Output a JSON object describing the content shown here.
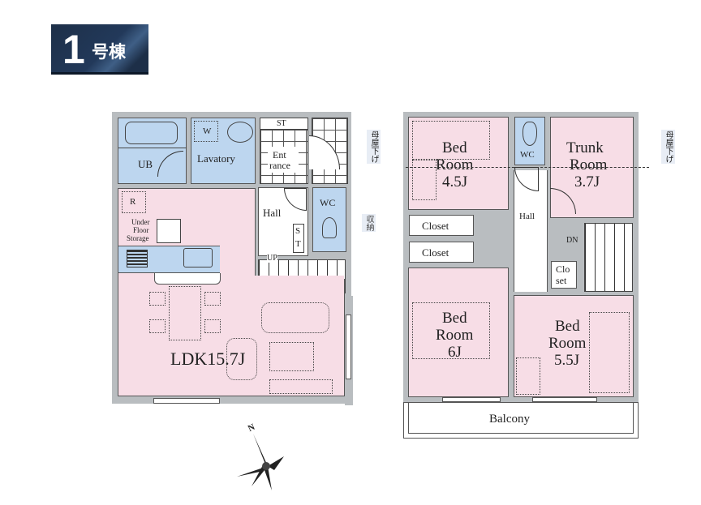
{
  "badge": {
    "number": "1",
    "text": "号棟",
    "bg_color": "#1d2f48"
  },
  "floor1": {
    "rooms": {
      "ub": "UB",
      "lavatory": "Lavatory",
      "washer": "W",
      "st_top": "ST",
      "entrance": "Ent\nrance",
      "entrance_line1": "Ent",
      "entrance_line2": "rance",
      "hall": "Hall",
      "wc": "WC",
      "st_side_1": "S",
      "st_side_2": "T",
      "up": "UP",
      "refrigerator": "R",
      "under_floor_1": "Under",
      "under_floor_2": "Floor",
      "under_floor_3": "Storage",
      "ldk": "LDK15.7J"
    },
    "annotations": {
      "eave_left": "母屋下げ",
      "storage_side": "収納"
    }
  },
  "floor2": {
    "rooms": {
      "bed1_line1": "Bed",
      "bed1_line2": "Room",
      "bed1_line3": "4.5J",
      "wc": "WC",
      "trunk_line1": "Trunk",
      "trunk_line2": "Room",
      "trunk_line3": "3.7J",
      "closet1": "Closet",
      "closet2": "Closet",
      "hall": "Hall",
      "dn": "DN",
      "closet_small_1": "Clo",
      "closet_small_2": "set",
      "bed2_line1": "Bed",
      "bed2_line2": "Room",
      "bed2_line3": "6J",
      "bed3_line1": "Bed",
      "bed3_line2": "Room",
      "bed3_line3": "5.5J",
      "balcony": "Balcony"
    },
    "annotations": {
      "eave_right": "母屋下げ"
    }
  },
  "compass": {
    "label": "N"
  },
  "colors": {
    "wet_area": "#bdd6ef",
    "living_area": "#f7dde6",
    "wall": "#b9bdc0"
  }
}
